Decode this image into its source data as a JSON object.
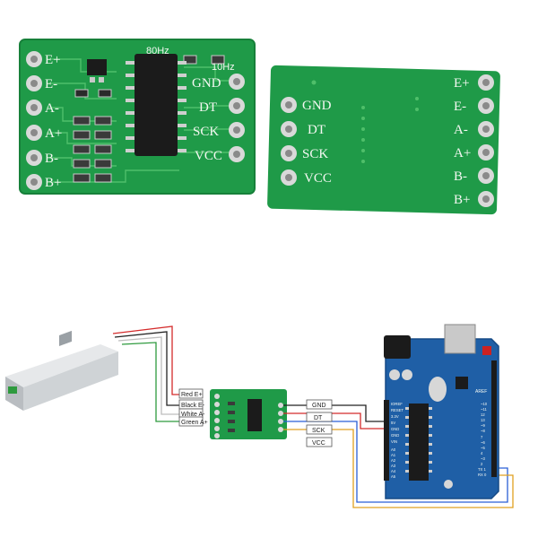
{
  "front_board": {
    "left_pins": [
      "E+",
      "E-",
      "A-",
      "A+",
      "B-",
      "B+"
    ],
    "right_pins": [
      "GND",
      "DT",
      "SCK",
      "VCC"
    ],
    "top_labels": [
      "80Hz",
      "10Hz"
    ]
  },
  "back_board": {
    "left_pins": [
      "GND",
      "DT",
      "SCK",
      "VCC"
    ],
    "right_pins": [
      "E+",
      "E-",
      "A-",
      "A+",
      "B-",
      "B+"
    ]
  },
  "wiring": {
    "load_cell_wires": [
      "Red E+",
      "Black E-",
      "White A-",
      "Green A+"
    ],
    "module_to_arduino": [
      "GND",
      "DT",
      "SCK",
      "VCC"
    ],
    "wire_colors": {
      "red": "#d42b2b",
      "black": "#222222",
      "white": "#bdbdbd",
      "green": "#2e9a3e",
      "blue": "#2a5fd6",
      "orange": "#e0a020"
    },
    "arduino_labels": {
      "aref": "AREF",
      "left_header": [
        "IOREF",
        "RESET",
        "3.3V",
        "5V",
        "GND",
        "GND",
        "VIN",
        "A0",
        "A1",
        "A2",
        "A3",
        "A4",
        "A5"
      ],
      "right_header": [
        "~10",
        "~11",
        "12",
        "13",
        "~9",
        "~8",
        "7",
        "~6",
        "~5",
        "4",
        "~3",
        "2",
        "TX 1",
        "RX 0"
      ]
    }
  },
  "colors": {
    "pcb_green": "#1f9a48",
    "pcb_green_dark": "#17803a",
    "arduino_blue": "#1f5fa6",
    "arduino_blue_dark": "#164a85",
    "chip_black": "#1b1b1b",
    "pad_silver": "#d9d9d9"
  }
}
